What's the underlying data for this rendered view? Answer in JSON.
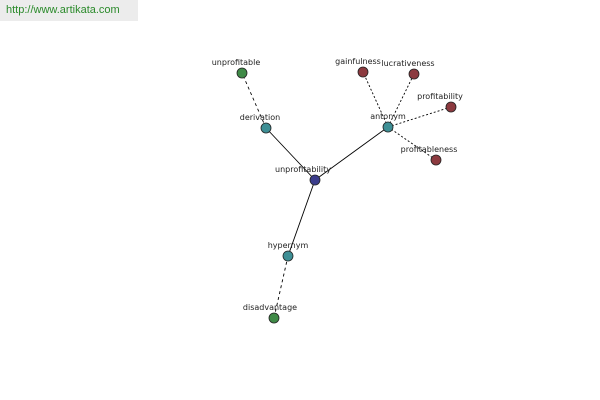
{
  "banner": {
    "url": "http://www.artikata.com"
  },
  "colors": {
    "center": "#3b3d8c",
    "relation": "#3e8f95",
    "synonym_word": "#8c3a3f",
    "derived_word": "#3f8a47",
    "edge": "#000000"
  },
  "nodes": {
    "unprofitability": {
      "label": "unprofitability",
      "kind": "center"
    },
    "derivation": {
      "label": "derivation",
      "kind": "relation"
    },
    "antonym": {
      "label": "antonym",
      "kind": "relation"
    },
    "hypernym": {
      "label": "hypernym",
      "kind": "relation"
    },
    "unprofitable": {
      "label": "unprofitable",
      "kind": "derived_word"
    },
    "disadvantage": {
      "label": "disadvantage",
      "kind": "derived_word"
    },
    "gainfulness": {
      "label": "gainfulness",
      "kind": "synonym_word"
    },
    "lucrativeness": {
      "label": "lucrativeness",
      "kind": "synonym_word"
    },
    "profitability": {
      "label": "profitability",
      "kind": "synonym_word"
    },
    "profitableness": {
      "label": "profitableness",
      "kind": "synonym_word"
    }
  }
}
